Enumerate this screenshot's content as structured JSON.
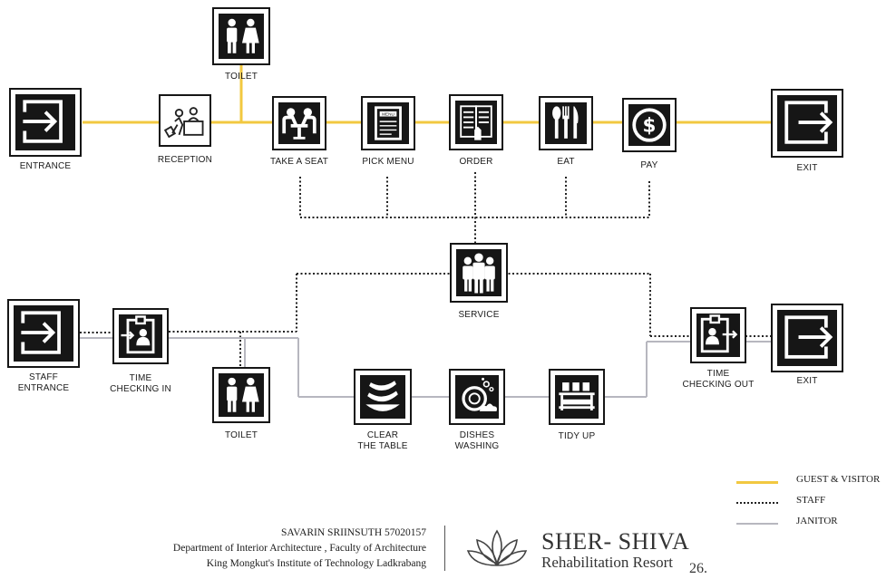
{
  "colors": {
    "guest_line": "#f2c840",
    "staff_line": "#222222",
    "janitor_line": "#b7b7bf",
    "icon_dark": "#161616"
  },
  "guest_flow": {
    "entrance": "ENTRANCE",
    "reception": "RECEPTION",
    "toilet": "TOILET",
    "take_a_seat": "TAKE A SEAT",
    "pick_menu": "PICK MENU",
    "order": "ORDER",
    "eat": "EAT",
    "pay": "PAY",
    "exit": "EXIT"
  },
  "staff_flow": {
    "service": "SERVICE",
    "staff_entrance": "STAFF\nENTRANCE",
    "time_checking_in": "TIME\nCHECKING IN",
    "toilet": "TOILET",
    "clear_the_table": "CLEAR\nTHE TABLE",
    "dishes_washing": "DISHES\nWASHING",
    "tidy_up": "TIDY UP",
    "time_checking_out": "TIME\nCHECKING OUT",
    "exit": "EXIT"
  },
  "icons": {
    "entrance": "arrow-into-door-icon",
    "exit": "arrow-out-door-icon",
    "toilet": "toilet-people-icon",
    "reception": "reception-desk-icon",
    "take_a_seat": "dining-table-icon",
    "pick_menu": "menu-book-icon",
    "order": "order-list-icon",
    "eat": "cutlery-icon",
    "pay": "dollar-icon",
    "service": "staff-group-icon",
    "time_check": "badge-check-icon",
    "clear_the_table": "stacked-bowls-icon",
    "dishes_washing": "dish-washing-icon",
    "tidy_up": "shelf-icon"
  },
  "legend": [
    {
      "key": "guest",
      "label": "GUEST & VISITOR",
      "color": "#f2c840",
      "style": "solid"
    },
    {
      "key": "staff",
      "label": "STAFF",
      "color": "#222222",
      "style": "dotted"
    },
    {
      "key": "janitor",
      "label": "JANITOR",
      "color": "#b7b7bf",
      "style": "solid"
    }
  ],
  "credits": {
    "line1": "SAVARIN SRIINSUTH  57020157",
    "line2": "Department of Interior Architecture , Faculty of Architecture",
    "line3": "King Mongkut's Institute of Technology Ladkrabang"
  },
  "brand": {
    "name": "SHER- SHIVA",
    "subtitle": "Rehabilitation Resort",
    "page_number": "26."
  }
}
